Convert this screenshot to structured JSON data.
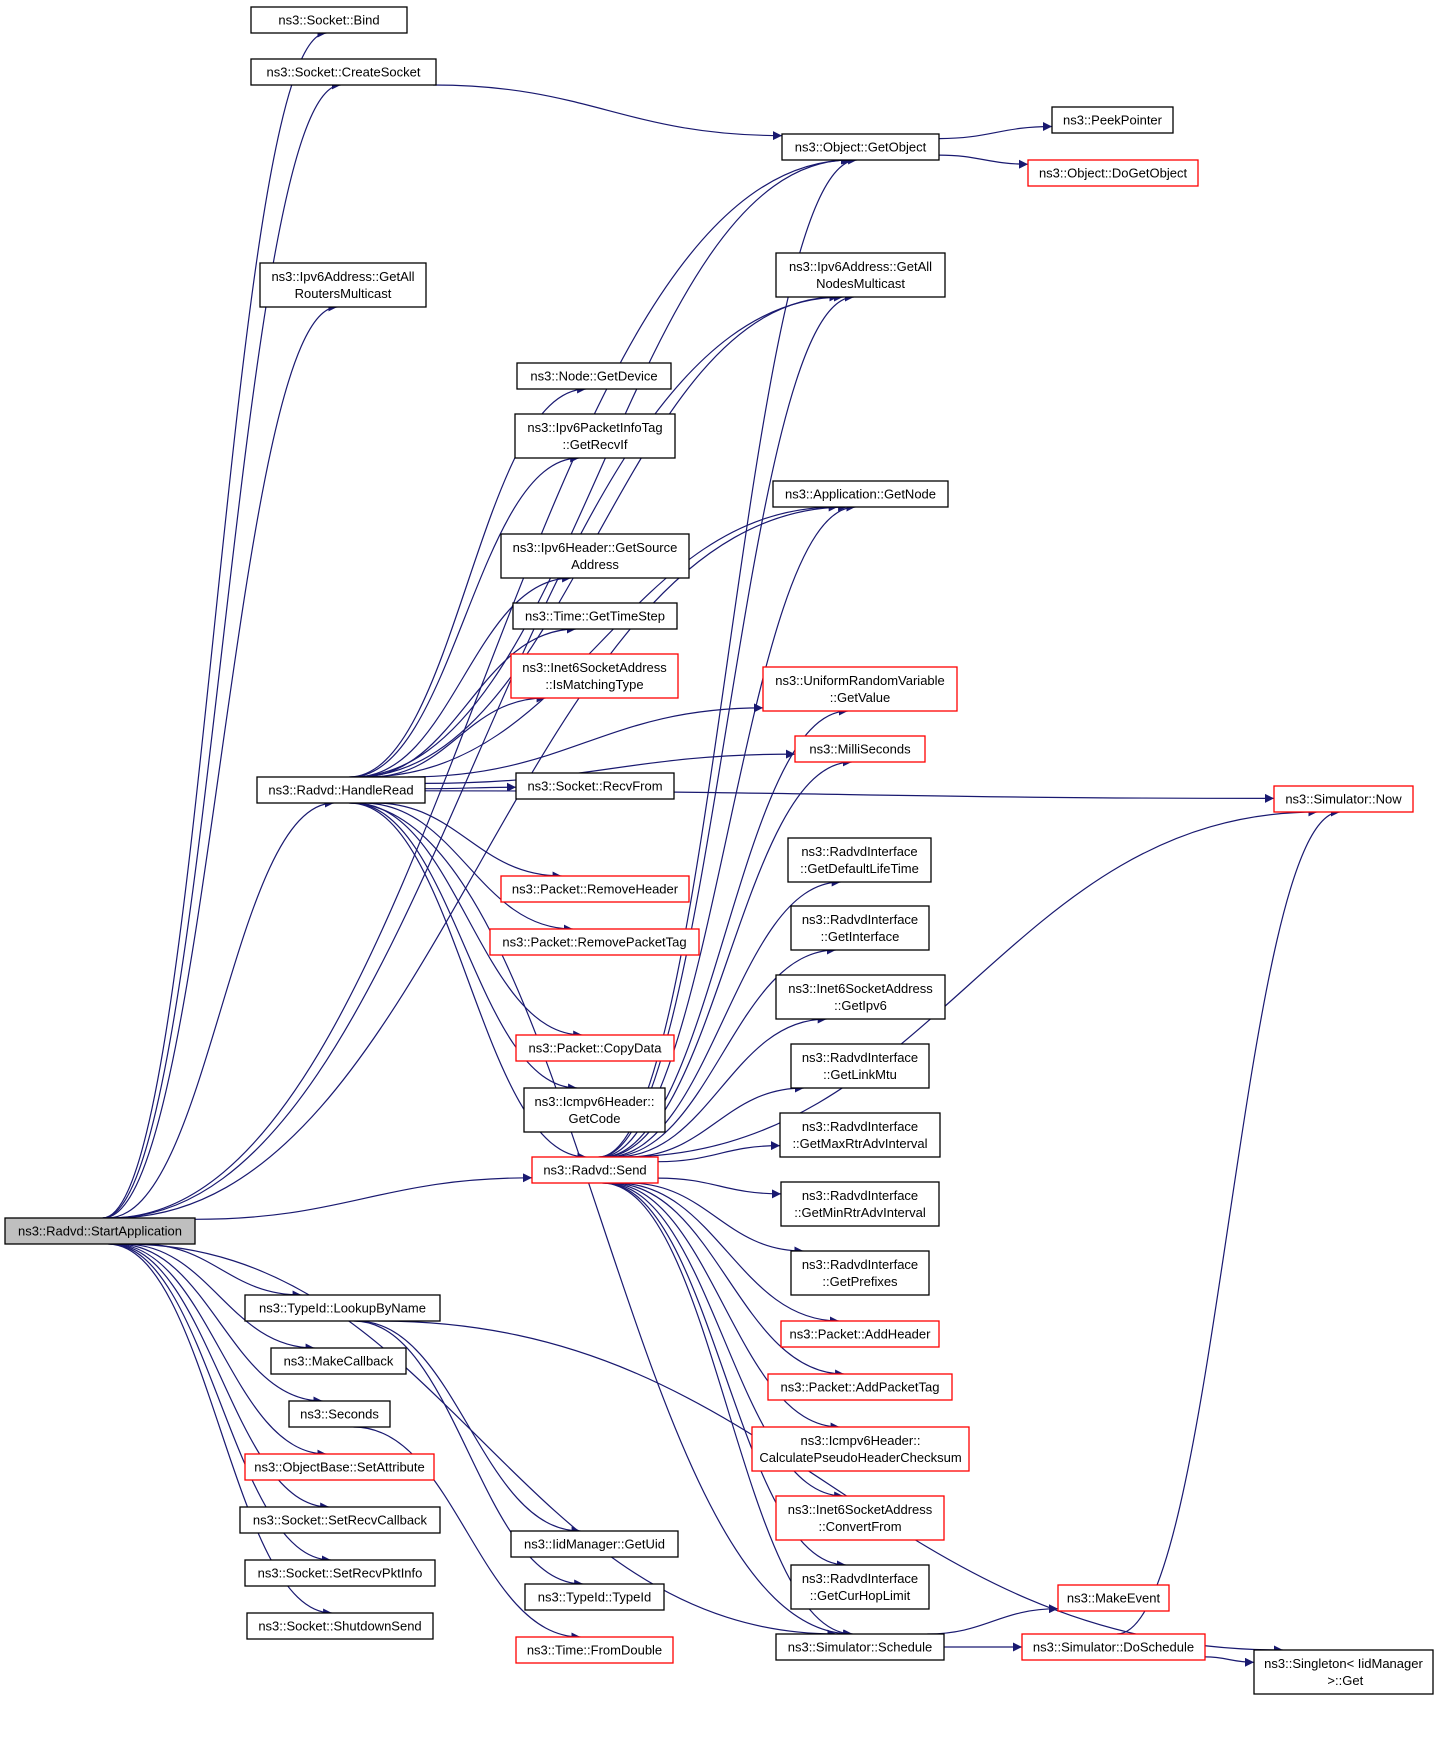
{
  "colors": {
    "edge": "#191970",
    "node_border": "#000000",
    "node_border_truncated": "#ff0000",
    "root_fill": "#bfbfbf",
    "node_fill": "#ffffff"
  },
  "nodes": {
    "root": {
      "lines": [
        "ns3::Radvd::StartApplication"
      ],
      "style": "root"
    },
    "bind": {
      "lines": [
        "ns3::Socket::Bind"
      ],
      "style": "normal"
    },
    "createsocket": {
      "lines": [
        "ns3::Socket::CreateSocket"
      ],
      "style": "normal"
    },
    "getallrouters": {
      "lines": [
        "ns3::Ipv6Address::GetAll",
        "RoutersMulticast"
      ],
      "style": "normal"
    },
    "handleread": {
      "lines": [
        "ns3::Radvd::HandleRead"
      ],
      "style": "normal"
    },
    "lookupbyname": {
      "lines": [
        "ns3::TypeId::LookupByName"
      ],
      "style": "normal"
    },
    "makecallback": {
      "lines": [
        "ns3::MakeCallback"
      ],
      "style": "normal"
    },
    "seconds": {
      "lines": [
        "ns3::Seconds"
      ],
      "style": "normal"
    },
    "setattribute": {
      "lines": [
        "ns3::ObjectBase::SetAttribute"
      ],
      "style": "truncated"
    },
    "setrecvcallback": {
      "lines": [
        "ns3::Socket::SetRecvCallback"
      ],
      "style": "normal"
    },
    "setrecvpktinfo": {
      "lines": [
        "ns3::Socket::SetRecvPktInfo"
      ],
      "style": "normal"
    },
    "shutdownsend": {
      "lines": [
        "ns3::Socket::ShutdownSend"
      ],
      "style": "normal"
    },
    "getdevice": {
      "lines": [
        "ns3::Node::GetDevice"
      ],
      "style": "normal"
    },
    "getrecvif": {
      "lines": [
        "ns3::Ipv6PacketInfoTag",
        "::GetRecvIf"
      ],
      "style": "normal"
    },
    "getsourceaddress": {
      "lines": [
        "ns3::Ipv6Header::GetSource",
        "Address"
      ],
      "style": "normal"
    },
    "gettimestep": {
      "lines": [
        "ns3::Time::GetTimeStep"
      ],
      "style": "normal"
    },
    "ismatchingtype": {
      "lines": [
        "ns3::Inet6SocketAddress",
        "::IsMatchingType"
      ],
      "style": "truncated"
    },
    "recvfrom": {
      "lines": [
        "ns3::Socket::RecvFrom"
      ],
      "style": "normal"
    },
    "removeheader": {
      "lines": [
        "ns3::Packet::RemoveHeader"
      ],
      "style": "truncated"
    },
    "removepackettag": {
      "lines": [
        "ns3::Packet::RemovePacketTag"
      ],
      "style": "truncated"
    },
    "copydata": {
      "lines": [
        "ns3::Packet::CopyData"
      ],
      "style": "truncated"
    },
    "getcode": {
      "lines": [
        "ns3::Icmpv6Header::",
        "GetCode"
      ],
      "style": "normal"
    },
    "send": {
      "lines": [
        "ns3::Radvd::Send"
      ],
      "style": "truncated"
    },
    "iidgetuid": {
      "lines": [
        "ns3::IidManager::GetUid"
      ],
      "style": "normal"
    },
    "typeid": {
      "lines": [
        "ns3::TypeId::TypeId"
      ],
      "style": "normal"
    },
    "fromdouble": {
      "lines": [
        "ns3::Time::FromDouble"
      ],
      "style": "truncated"
    },
    "getobject": {
      "lines": [
        "ns3::Object::GetObject"
      ],
      "style": "normal"
    },
    "getallnodes": {
      "lines": [
        "ns3::Ipv6Address::GetAll",
        "NodesMulticast"
      ],
      "style": "normal"
    },
    "getnode": {
      "lines": [
        "ns3::Application::GetNode"
      ],
      "style": "normal"
    },
    "getvalue": {
      "lines": [
        "ns3::UniformRandomVariable",
        "::GetValue"
      ],
      "style": "truncated"
    },
    "milliseconds": {
      "lines": [
        "ns3::MilliSeconds"
      ],
      "style": "truncated"
    },
    "getdefaultlifetime": {
      "lines": [
        "ns3::RadvdInterface",
        "::GetDefaultLifeTime"
      ],
      "style": "normal"
    },
    "getinterface": {
      "lines": [
        "ns3::RadvdInterface",
        "::GetInterface"
      ],
      "style": "normal"
    },
    "getipv6": {
      "lines": [
        "ns3::Inet6SocketAddress",
        "::GetIpv6"
      ],
      "style": "normal"
    },
    "getlinkmtu": {
      "lines": [
        "ns3::RadvdInterface",
        "::GetLinkMtu"
      ],
      "style": "normal"
    },
    "getmaxrtr": {
      "lines": [
        "ns3::RadvdInterface",
        "::GetMaxRtrAdvInterval"
      ],
      "style": "normal"
    },
    "getminrtr": {
      "lines": [
        "ns3::RadvdInterface",
        "::GetMinRtrAdvInterval"
      ],
      "style": "normal"
    },
    "getprefixes": {
      "lines": [
        "ns3::RadvdInterface",
        "::GetPrefixes"
      ],
      "style": "normal"
    },
    "addheader": {
      "lines": [
        "ns3::Packet::AddHeader"
      ],
      "style": "truncated"
    },
    "addpackettag": {
      "lines": [
        "ns3::Packet::AddPacketTag"
      ],
      "style": "truncated"
    },
    "calcpseudo": {
      "lines": [
        "ns3::Icmpv6Header::",
        "CalculatePseudoHeaderChecksum"
      ],
      "style": "truncated"
    },
    "convertfrom": {
      "lines": [
        "ns3::Inet6SocketAddress",
        "::ConvertFrom"
      ],
      "style": "truncated"
    },
    "getcurhoplimit": {
      "lines": [
        "ns3::RadvdInterface",
        "::GetCurHopLimit"
      ],
      "style": "normal"
    },
    "schedule": {
      "lines": [
        "ns3::Simulator::Schedule"
      ],
      "style": "normal"
    },
    "peekpointer": {
      "lines": [
        "ns3::PeekPointer"
      ],
      "style": "normal"
    },
    "dogetobject": {
      "lines": [
        "ns3::Object::DoGetObject"
      ],
      "style": "truncated"
    },
    "now": {
      "lines": [
        "ns3::Simulator::Now"
      ],
      "style": "truncated"
    },
    "makeevent": {
      "lines": [
        "ns3::MakeEvent"
      ],
      "style": "truncated"
    },
    "doschedule": {
      "lines": [
        "ns3::Simulator::DoSchedule"
      ],
      "style": "truncated"
    },
    "singletonget": {
      "lines": [
        "ns3::Singleton< IidManager",
        " >::Get"
      ],
      "style": "normal"
    }
  },
  "edges": [
    [
      "root",
      "bind"
    ],
    [
      "root",
      "createsocket"
    ],
    [
      "root",
      "getobject"
    ],
    [
      "root",
      "getallnodes"
    ],
    [
      "root",
      "getallrouters"
    ],
    [
      "root",
      "getnode"
    ],
    [
      "root",
      "handleread"
    ],
    [
      "root",
      "send"
    ],
    [
      "root",
      "schedule"
    ],
    [
      "root",
      "lookupbyname"
    ],
    [
      "root",
      "makecallback"
    ],
    [
      "root",
      "seconds"
    ],
    [
      "root",
      "setattribute"
    ],
    [
      "root",
      "setrecvcallback"
    ],
    [
      "root",
      "setrecvpktinfo"
    ],
    [
      "root",
      "shutdownsend"
    ],
    [
      "createsocket",
      "getobject"
    ],
    [
      "handleread",
      "getobject"
    ],
    [
      "handleread",
      "getallnodes"
    ],
    [
      "handleread",
      "getdevice"
    ],
    [
      "handleread",
      "getrecvif"
    ],
    [
      "handleread",
      "getnode"
    ],
    [
      "handleread",
      "getsourceaddress"
    ],
    [
      "handleread",
      "gettimestep"
    ],
    [
      "handleread",
      "ismatchingtype"
    ],
    [
      "handleread",
      "recvfrom"
    ],
    [
      "handleread",
      "getvalue"
    ],
    [
      "handleread",
      "milliseconds"
    ],
    [
      "handleread",
      "now"
    ],
    [
      "handleread",
      "removeheader"
    ],
    [
      "handleread",
      "removepackettag"
    ],
    [
      "handleread",
      "copydata"
    ],
    [
      "handleread",
      "getcode"
    ],
    [
      "handleread",
      "send"
    ],
    [
      "handleread",
      "schedule"
    ],
    [
      "send",
      "getobject"
    ],
    [
      "send",
      "getallnodes"
    ],
    [
      "send",
      "getnode"
    ],
    [
      "send",
      "getvalue"
    ],
    [
      "send",
      "milliseconds"
    ],
    [
      "send",
      "now"
    ],
    [
      "send",
      "getdefaultlifetime"
    ],
    [
      "send",
      "getinterface"
    ],
    [
      "send",
      "getipv6"
    ],
    [
      "send",
      "getlinkmtu"
    ],
    [
      "send",
      "getmaxrtr"
    ],
    [
      "send",
      "getminrtr"
    ],
    [
      "send",
      "getprefixes"
    ],
    [
      "send",
      "addheader"
    ],
    [
      "send",
      "addpackettag"
    ],
    [
      "send",
      "calcpseudo"
    ],
    [
      "send",
      "convertfrom"
    ],
    [
      "send",
      "getcurhoplimit"
    ],
    [
      "send",
      "schedule"
    ],
    [
      "lookupbyname",
      "iidgetuid"
    ],
    [
      "lookupbyname",
      "typeid"
    ],
    [
      "lookupbyname",
      "singletonget"
    ],
    [
      "seconds",
      "fromdouble"
    ],
    [
      "getobject",
      "peekpointer"
    ],
    [
      "getobject",
      "dogetobject"
    ],
    [
      "schedule",
      "makeevent"
    ],
    [
      "schedule",
      "doschedule"
    ],
    [
      "doschedule",
      "now"
    ],
    [
      "doschedule",
      "singletonget"
    ]
  ]
}
